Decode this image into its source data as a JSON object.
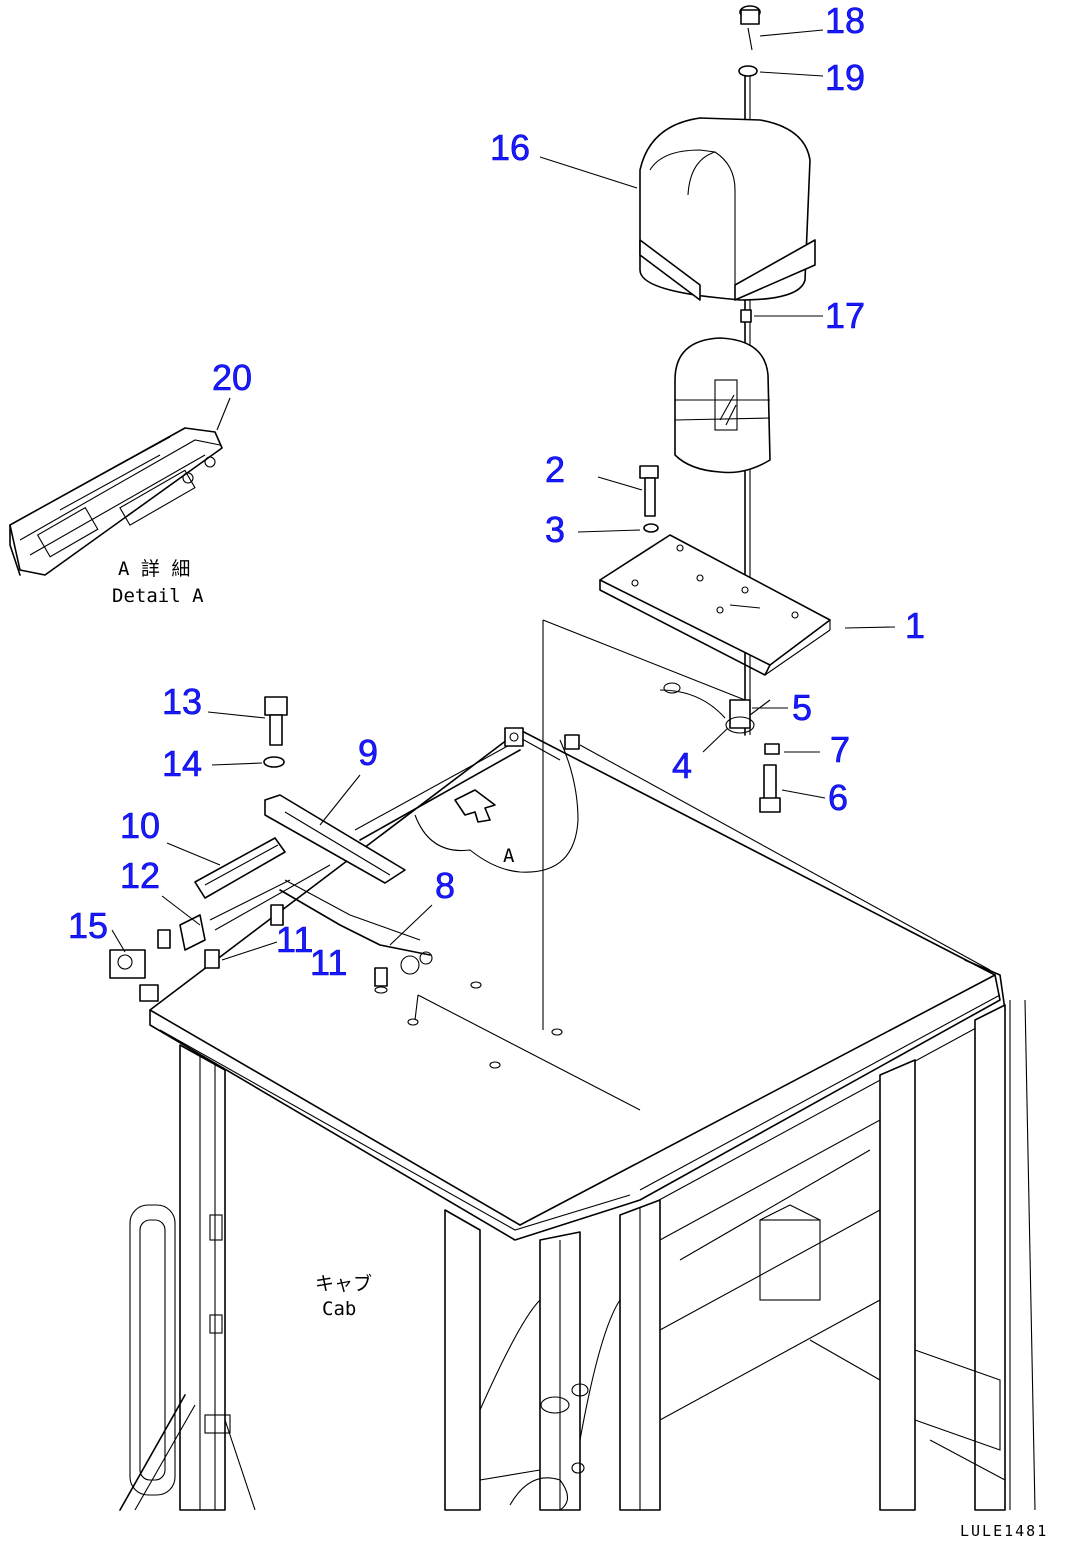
{
  "callouts": [
    {
      "id": "1",
      "label": "1"
    },
    {
      "id": "2",
      "label": "2"
    },
    {
      "id": "3",
      "label": "3"
    },
    {
      "id": "4",
      "label": "4"
    },
    {
      "id": "5",
      "label": "5"
    },
    {
      "id": "6",
      "label": "6"
    },
    {
      "id": "7",
      "label": "7"
    },
    {
      "id": "8",
      "label": "8"
    },
    {
      "id": "9",
      "label": "9"
    },
    {
      "id": "10",
      "label": "10"
    },
    {
      "id": "11a",
      "label": "11"
    },
    {
      "id": "11b",
      "label": "11"
    },
    {
      "id": "12",
      "label": "12"
    },
    {
      "id": "13",
      "label": "13"
    },
    {
      "id": "14",
      "label": "14"
    },
    {
      "id": "15",
      "label": "15"
    },
    {
      "id": "16",
      "label": "16"
    },
    {
      "id": "17",
      "label": "17"
    },
    {
      "id": "18",
      "label": "18"
    },
    {
      "id": "19",
      "label": "19"
    },
    {
      "id": "20",
      "label": "20"
    }
  ],
  "notes": {
    "detail_jp": "A 詳 細",
    "detail_en": "Detail A",
    "view_marker": "A",
    "cab_jp": "キャブ",
    "cab_en": "Cab"
  },
  "drawing_code": "LULE1481",
  "colors": {
    "callout": "#1a1aff",
    "line": "#000000",
    "background": "#ffffff"
  }
}
